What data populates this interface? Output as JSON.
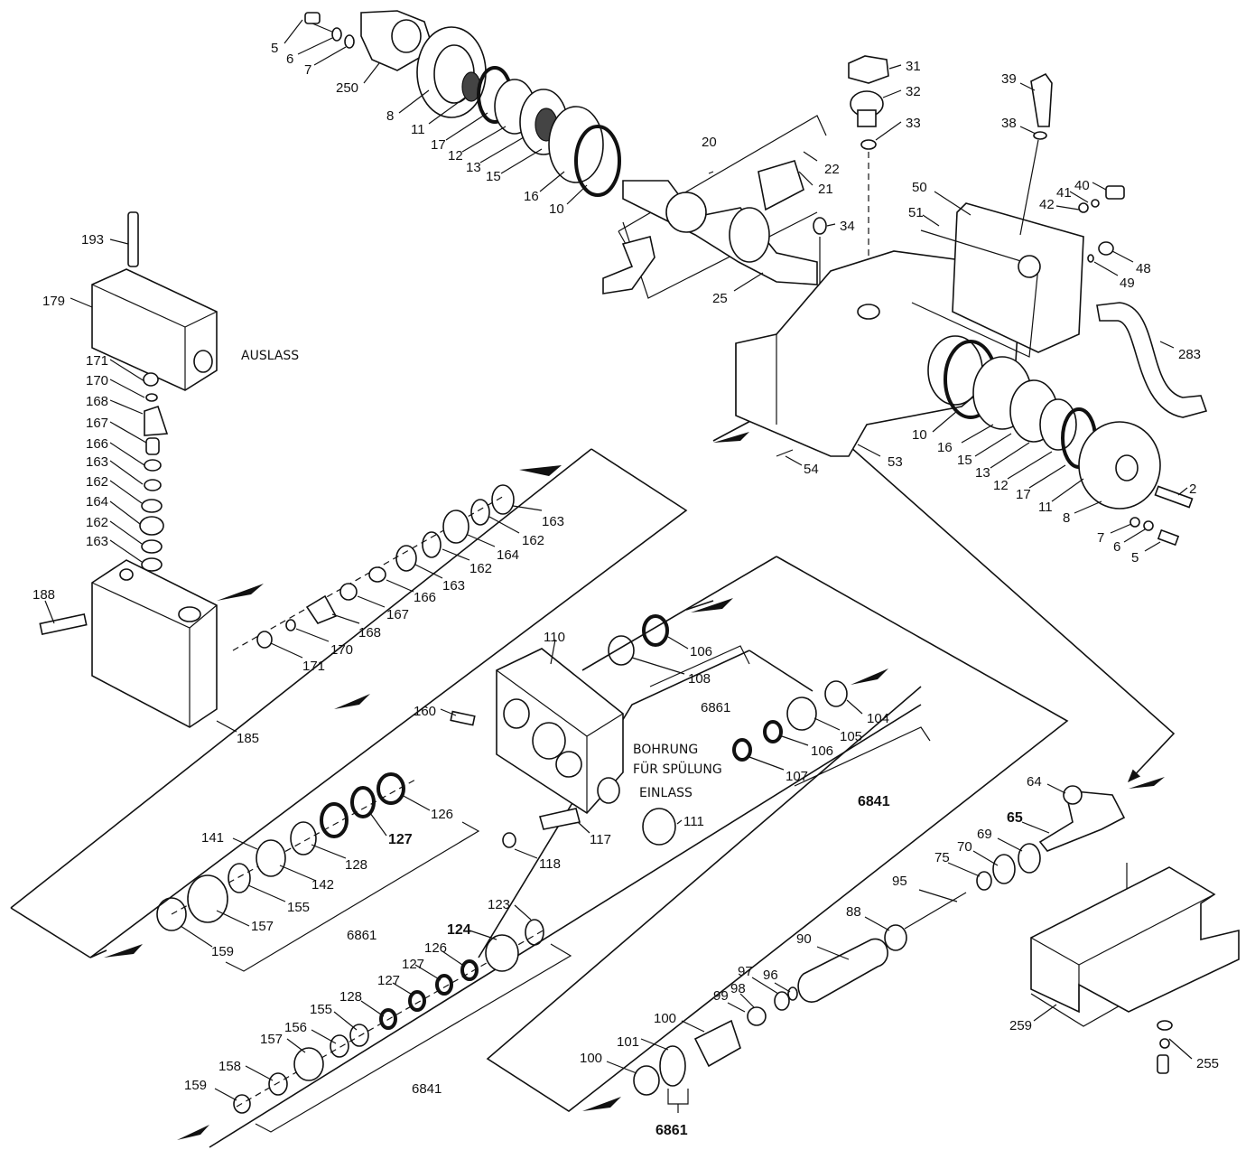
{
  "diagram": {
    "annotations": {
      "outlet": "AUSLASS",
      "flush_bore_1": "BOHRUNG",
      "flush_bore_2": "FÜR SPÜLUNG",
      "inlet": "EINLASS"
    },
    "callouts": [
      "5",
      "6",
      "7",
      "250",
      "8",
      "11",
      "17",
      "12",
      "13",
      "15",
      "16",
      "10",
      "20",
      "22",
      "21",
      "31",
      "32",
      "33",
      "34",
      "25",
      "39",
      "38",
      "40",
      "41",
      "42",
      "50",
      "51",
      "48",
      "49",
      "283",
      "10",
      "16",
      "15",
      "13",
      "12",
      "17",
      "11",
      "8",
      "53",
      "54",
      "2",
      "7",
      "6",
      "5",
      "193",
      "179",
      "171",
      "170",
      "168",
      "167",
      "166",
      "163",
      "162",
      "164",
      "162",
      "163",
      "188",
      "185",
      "163",
      "162",
      "164",
      "162",
      "163",
      "166",
      "167",
      "168",
      "170",
      "171",
      "110",
      "160",
      "106",
      "108",
      "6861",
      "104",
      "105",
      "106",
      "107",
      "6841",
      "126",
      "127",
      "128",
      "142",
      "141",
      "155",
      "157",
      "159",
      "6861",
      "117",
      "118",
      "111",
      "123",
      "124",
      "126",
      "127",
      "127",
      "128",
      "155",
      "156",
      "157",
      "158",
      "159",
      "6841",
      "64",
      "65",
      "69",
      "70",
      "75",
      "95",
      "88",
      "90",
      "96",
      "97",
      "98",
      "99",
      "100",
      "101",
      "100",
      "6861",
      "259",
      "255"
    ]
  }
}
